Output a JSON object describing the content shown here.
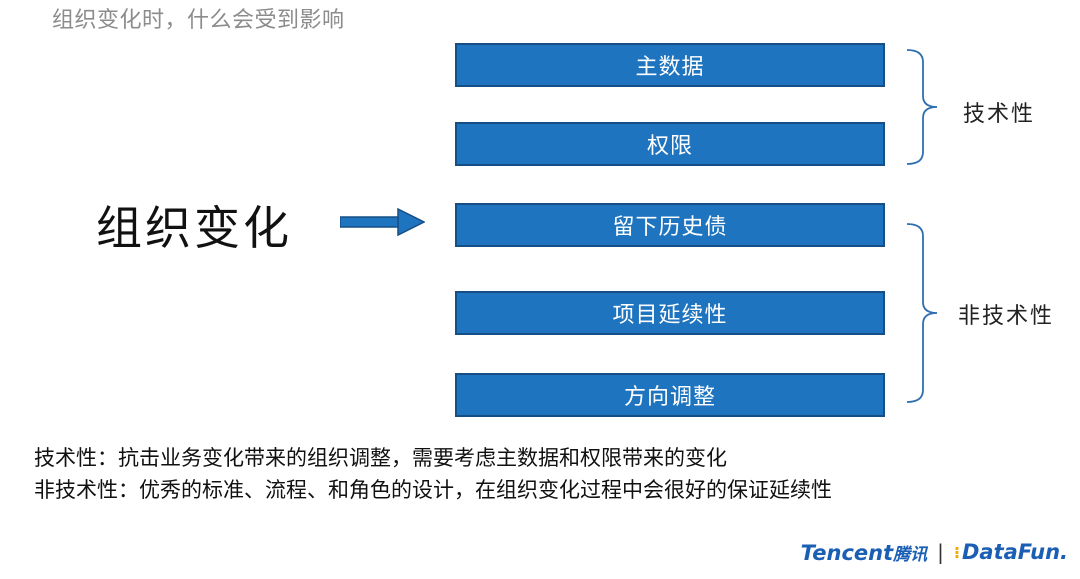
{
  "title": "组织变化时，什么会受到影响",
  "main_label": "组织变化",
  "boxes": [
    "主数据",
    "权限",
    "留下历史债",
    "项目延续性",
    "方向调整"
  ],
  "groups": {
    "technical": "技术性",
    "non_technical": "非技术性"
  },
  "notes": [
    "技术性：抗击业务变化带来的组织调整，需要考虑主数据和权限带来的变化",
    "非技术性：优秀的标准、流程、和角色的设计，在组织变化过程中会很好的保证延续性"
  ],
  "footer": {
    "tencent": "Tencent",
    "tencent_cn": "腾讯",
    "separator": "|",
    "datafun_mark": "⁝",
    "datafun": "DataFun."
  },
  "colors": {
    "box_fill": "#1f74bf",
    "box_border": "#154f86",
    "title_gray": "#8c8c8c",
    "brand_blue": "#1a5fb4",
    "brand_orange": "#f2a900"
  },
  "icons": [
    "right-arrow-icon",
    "brace-icon"
  ]
}
